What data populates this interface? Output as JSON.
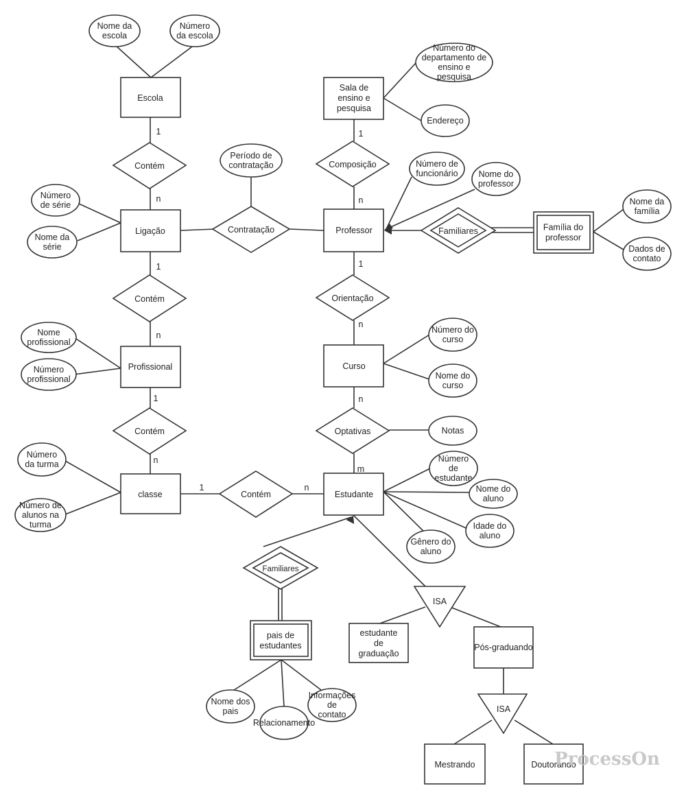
{
  "entities": {
    "escola": "Escola",
    "ligacao": "Ligação",
    "profissional": "Profissional",
    "classe": "classe",
    "sala": "Sala de ensino e pesquisa",
    "professor": "Professor",
    "curso": "Curso",
    "estudante": "Estudante",
    "familia_professor": "Família do professor",
    "pais_estudantes": "pais de estudantes",
    "graduacao": "estudante de graduação",
    "pos": "Pós-graduando",
    "mestrando": "Mestrando",
    "doutorando": "Doutorando"
  },
  "relationships": {
    "contem1": "Contém",
    "contem2": "Contém",
    "contem3": "Contém",
    "contem4": "Contém",
    "contratacao": "Contratação",
    "composicao": "Composição",
    "orientacao": "Orientação",
    "optativas": "Optativas",
    "familiares_prof": "Familiares",
    "familiares_est": "Familiares",
    "isa1": "ISA",
    "isa2": "ISA"
  },
  "attributes": {
    "nome_escola": "Nome da escola",
    "numero_escola": "Número da escola",
    "numero_serie": "Número de série",
    "nome_serie": "Nome da série",
    "periodo_contratacao": "Período de contratação",
    "nome_profissional": "Nome profissional",
    "numero_profissional": "Número profissional",
    "numero_turma": "Número da turma",
    "numero_alunos": "Número de alunos na turma",
    "numero_departamento": "Número do departamento de ensino e pesquisa",
    "endereco": "Endereço",
    "numero_funcionario": "Número de funcionário",
    "nome_professor": "Nome do professor",
    "nome_familia": "Nome da família",
    "dados_contato": "Dados de contato",
    "numero_curso": "Número do curso",
    "nome_curso": "Nome do curso",
    "notas": "Notas",
    "numero_estudante": "Número de estudante",
    "nome_aluno": "Nome do aluno",
    "idade_aluno": "Idade do aluno",
    "genero_aluno": "Gênero do aluno",
    "nome_pais": "Nome dos pais",
    "relacionamento": "Relacionamento",
    "info_contato": "Informações de contato"
  },
  "cardinalities": {
    "escola_contem": "1",
    "contem_ligacao": "n",
    "ligacao_contem": "1",
    "contem_profissional": "n",
    "profissional_contem": "1",
    "contem_classe": "n",
    "classe_contem": "1",
    "contem_estudante": "n",
    "sala_composicao": "1",
    "composicao_professor": "n",
    "professor_orientacao": "1",
    "orientacao_curso": "n",
    "curso_optativas": "n",
    "optativas_estudante": "m"
  },
  "watermark": "ProcessOn"
}
